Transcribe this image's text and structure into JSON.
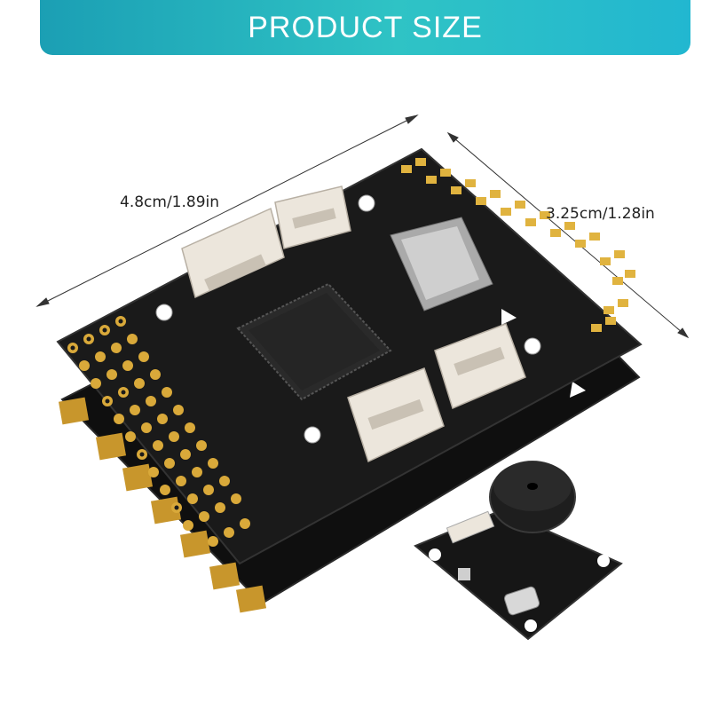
{
  "header": {
    "title": "PRODUCT SIZE"
  },
  "dimensions": {
    "length_label": "4.8cm/1.89in",
    "width_label": "3.25cm/1.28in"
  },
  "colors": {
    "banner_start": "#1b9fb4",
    "banner_end": "#22b7d0",
    "pcb": "#151515",
    "gold": "#d9a93a",
    "connector": "#ece6dc"
  }
}
